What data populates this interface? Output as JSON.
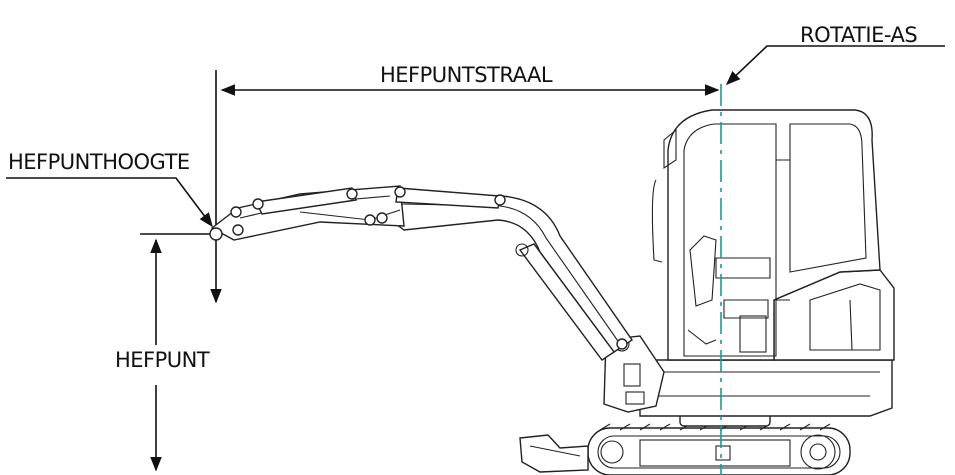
{
  "labels": {
    "rotation_axis": "ROTATIE-AS",
    "lift_radius": "HEFPUNTSTRAAL",
    "lift_point_height": "HEFPUNTHOOGTE",
    "lift_point": "HEFPUNT"
  },
  "colors": {
    "line": "#111111",
    "rotation_axis": "#1a9a9a",
    "background": "#ffffff"
  }
}
